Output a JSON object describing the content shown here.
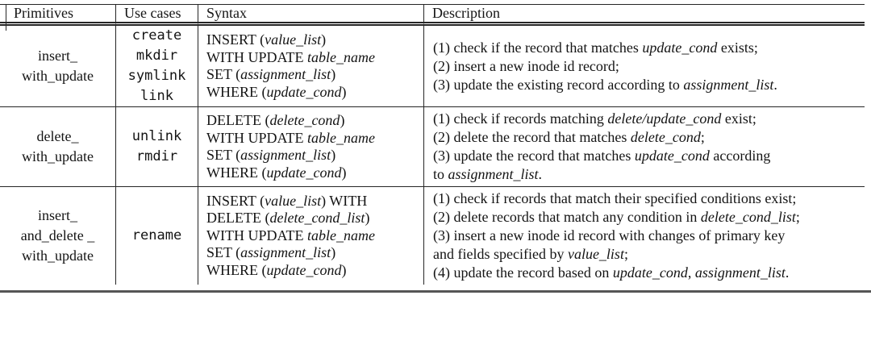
{
  "table": {
    "header": {
      "primitives": "Primitives",
      "use_cases": "Use cases",
      "syntax": "Syntax",
      "description": "Description"
    },
    "rows": [
      {
        "primitive_lines": [
          "insert_",
          "with_update"
        ],
        "use_case_lines": [
          "create",
          "mkdir",
          "symlink",
          "link"
        ],
        "syntax_lines": [
          [
            {
              "t": "INSERT ("
            },
            {
              "t": "value_list",
              "i": true
            },
            {
              "t": ")"
            }
          ],
          [
            {
              "t": "WITH UPDATE "
            },
            {
              "t": "table_name",
              "i": true
            }
          ],
          [
            {
              "t": "SET ("
            },
            {
              "t": "assignment_list",
              "i": true
            },
            {
              "t": ")"
            }
          ],
          [
            {
              "t": "WHERE ("
            },
            {
              "t": "update_cond",
              "i": true
            },
            {
              "t": ")"
            }
          ]
        ],
        "description_lines": [
          [
            {
              "t": "(1) check if the record that matches "
            },
            {
              "t": "update_cond",
              "i": true
            },
            {
              "t": " exists;"
            }
          ],
          [
            {
              "t": "(2) insert a new inode id record;"
            }
          ],
          [
            {
              "t": "(3) update the existing record according to "
            },
            {
              "t": "assignment_list",
              "i": true
            },
            {
              "t": "."
            }
          ]
        ]
      },
      {
        "primitive_lines": [
          "delete_",
          "with_update"
        ],
        "use_case_lines": [
          "unlink",
          "rmdir"
        ],
        "syntax_lines": [
          [
            {
              "t": "DELETE ("
            },
            {
              "t": "delete_cond",
              "i": true
            },
            {
              "t": ")"
            }
          ],
          [
            {
              "t": "WITH UPDATE "
            },
            {
              "t": "table_name",
              "i": true
            }
          ],
          [
            {
              "t": "SET ("
            },
            {
              "t": "assignment_list",
              "i": true
            },
            {
              "t": ")"
            }
          ],
          [
            {
              "t": "WHERE ("
            },
            {
              "t": "update_cond",
              "i": true
            },
            {
              "t": ")"
            }
          ]
        ],
        "description_lines": [
          [
            {
              "t": "(1) check if records matching "
            },
            {
              "t": "delete/update_cond",
              "i": true
            },
            {
              "t": " exist;"
            }
          ],
          [
            {
              "t": "(2) delete the record that matches "
            },
            {
              "t": "delete_cond",
              "i": true
            },
            {
              "t": ";"
            }
          ],
          [
            {
              "t": "(3) update the record that matches "
            },
            {
              "t": "update_cond",
              "i": true
            },
            {
              "t": " according"
            }
          ],
          [
            {
              "t": "to "
            },
            {
              "t": "assignment_list",
              "i": true
            },
            {
              "t": "."
            }
          ]
        ]
      },
      {
        "primitive_lines": [
          "insert_",
          "and_delete _",
          "with_update"
        ],
        "use_case_lines": [
          "rename"
        ],
        "syntax_lines": [
          [
            {
              "t": "INSERT ("
            },
            {
              "t": "value_list",
              "i": true
            },
            {
              "t": ") WITH"
            }
          ],
          [
            {
              "t": "DELETE ("
            },
            {
              "t": "delete_cond_list",
              "i": true
            },
            {
              "t": ")"
            }
          ],
          [
            {
              "t": "WITH UPDATE "
            },
            {
              "t": "table_name",
              "i": true
            }
          ],
          [
            {
              "t": "SET ("
            },
            {
              "t": "assignment_list",
              "i": true
            },
            {
              "t": ")"
            }
          ],
          [
            {
              "t": "WHERE ("
            },
            {
              "t": "update_cond",
              "i": true
            },
            {
              "t": ")"
            }
          ]
        ],
        "description_lines": [
          [
            {
              "t": "(1) check if records that match their specified conditions exist;"
            }
          ],
          [
            {
              "t": "(2) delete records that match any condition in "
            },
            {
              "t": "delete_cond_list",
              "i": true
            },
            {
              "t": ";"
            }
          ],
          [
            {
              "t": "(3) insert a new inode id record with changes of primary key"
            }
          ],
          [
            {
              "t": "and fields specified by "
            },
            {
              "t": "value_list",
              "i": true
            },
            {
              "t": ";"
            }
          ],
          [
            {
              "t": "(4) update the record based on "
            },
            {
              "t": "update_cond",
              "i": true
            },
            {
              "t": ", "
            },
            {
              "t": "assignment_list",
              "i": true
            },
            {
              "t": "."
            }
          ]
        ]
      }
    ]
  }
}
